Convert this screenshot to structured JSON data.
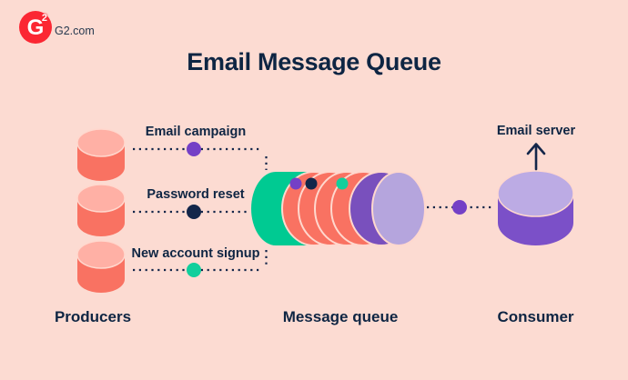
{
  "brand": {
    "logo_g": "G",
    "logo_2": "2",
    "site": "G2.com",
    "logo_red": "#fb2733"
  },
  "title": "Email Message Queue",
  "producers": {
    "section_label": "Producers",
    "items": [
      {
        "label": "Email campaign",
        "dot_color": "#7440c6"
      },
      {
        "label": "Password reset",
        "dot_color": "#13264a"
      },
      {
        "label": "New account signup",
        "dot_color": "#11cf9c"
      }
    ]
  },
  "queue": {
    "section_label": "Message queue",
    "message_dot_colors": [
      "#7440c6",
      "#13264a",
      "#11cf9c"
    ]
  },
  "consumer": {
    "section_label": "Consumer",
    "target_label": "Email server",
    "dot_color": "#7440c6"
  },
  "colors": {
    "background": "#fcdbd2",
    "text_navy": "#0e2543",
    "producer_body": "#f97262",
    "producer_top": "#ffb0a5",
    "queue_green": "#00ca92",
    "queue_purple": "#7950bd",
    "queue_end_cap": "#b5a5dd",
    "consumer_body": "#7b50c8",
    "consumer_top": "#bcabe4",
    "outline_cream": "#ffd8ce"
  }
}
